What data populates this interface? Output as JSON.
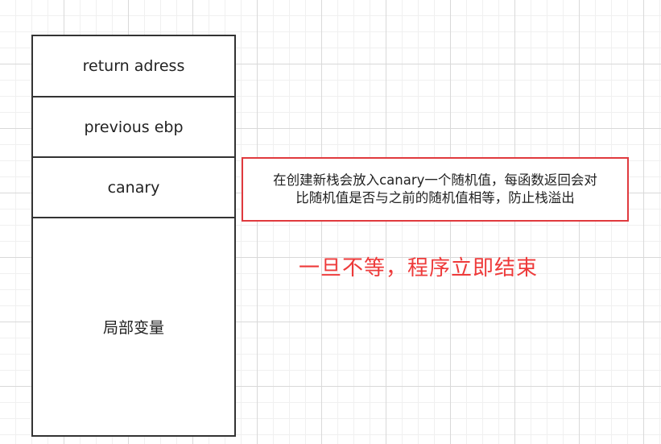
{
  "stack": {
    "cells": [
      {
        "label": "return adress"
      },
      {
        "label": "previous ebp"
      },
      {
        "label": "canary"
      },
      {
        "label": "局部变量"
      }
    ]
  },
  "note": {
    "line1": "在创建新栈会放入canary一个随机值，每函数返回会对",
    "line2": "比随机值是否与之前的随机值相等，防止栈溢出",
    "border_color": "#e03a3e"
  },
  "conclusion": {
    "text": "一旦不等，程序立即结束",
    "color": "#ee3a3a"
  }
}
